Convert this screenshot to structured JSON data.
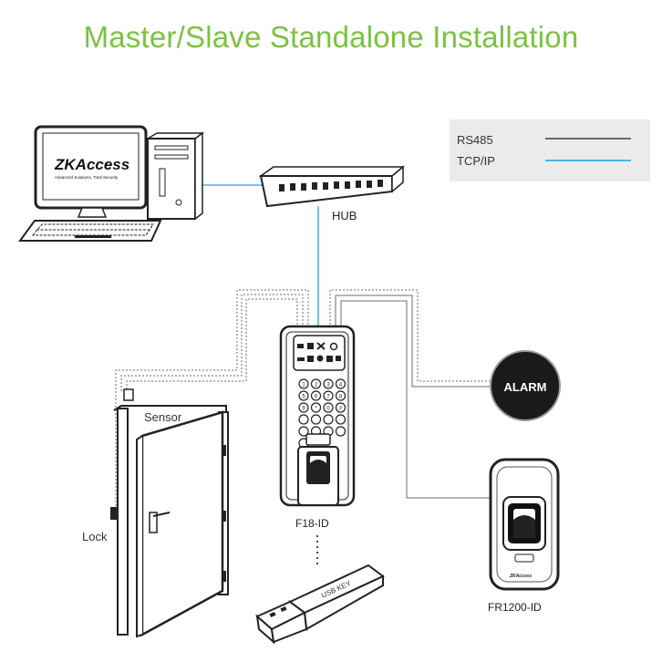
{
  "title": "Master/Slave Standalone Installation",
  "legend": {
    "items": [
      {
        "label": "RS485",
        "color": "#6b6b6b"
      },
      {
        "label": "TCP/IP",
        "color": "#47b5e3"
      }
    ]
  },
  "labels": {
    "hub": "HUB",
    "sensor": "Sensor",
    "lock": "Lock",
    "terminal": "F18-ID",
    "reader": "FR1200-ID",
    "alarm": "ALARM",
    "usb": "USB KEY"
  },
  "branding": {
    "monitor_logo": "ZKAccess",
    "monitor_tagline": "Advanced Solutions, Total Security",
    "reader_logo": "ZKAccess"
  },
  "keypad": [
    "1",
    "2",
    "3",
    "4",
    "5",
    "6",
    "7",
    "8",
    "9",
    "*",
    "0",
    "#",
    "",
    "",
    "",
    "",
    "",
    "",
    "",
    "",
    ""
  ]
}
